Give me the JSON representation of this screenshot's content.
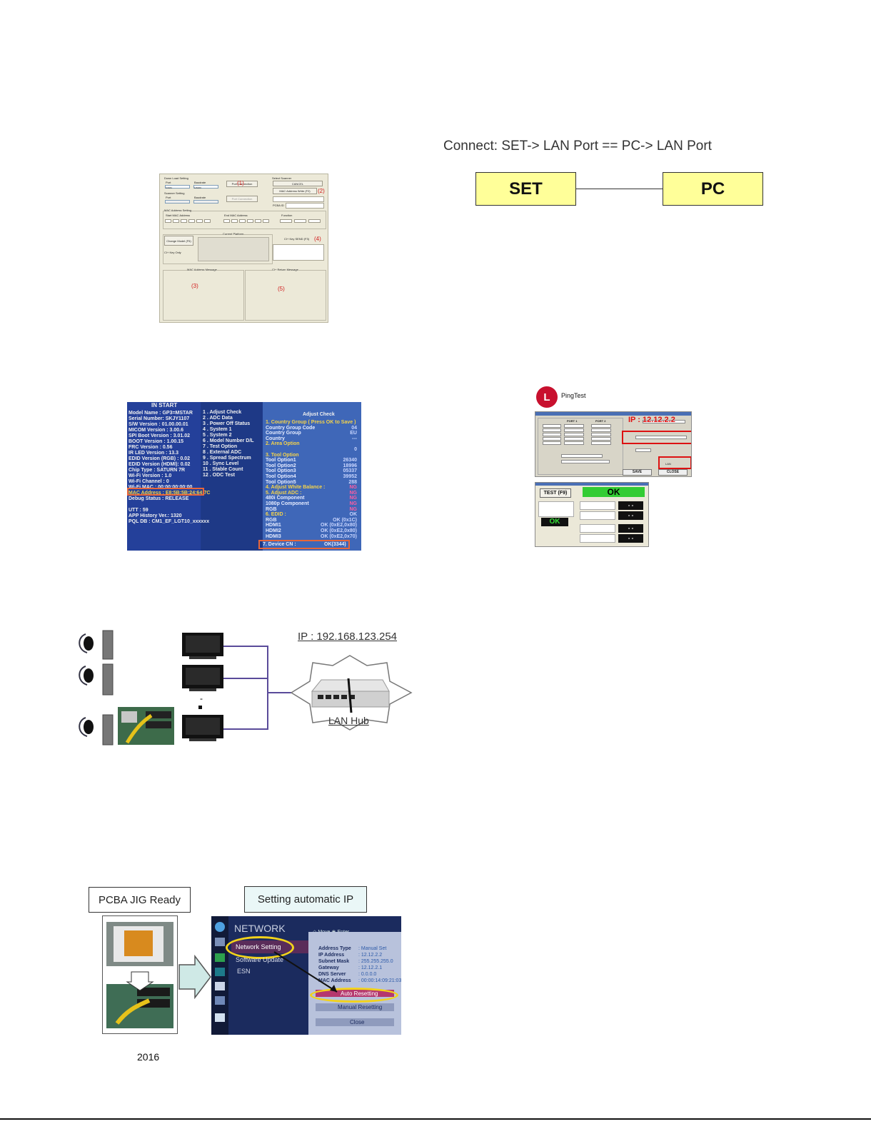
{
  "download_tool": {
    "download_group": "Down Load Setting",
    "port": "Port",
    "baudrate": "Baudrate",
    "port_value": "COM4",
    "baud_value": "115200",
    "port_connection": "Port Connection",
    "marker1": "(1)",
    "scanner_select": "Select Scanner",
    "cancel": "CANCEL",
    "mac_write_btn": "MAC Address Write (F2)",
    "marker2": "(2)",
    "scanner_group": "Scanner Setting",
    "pcba_id": "PCBA ID",
    "mac_group": "MAC Address Setting",
    "start_mac": "Start MAC Address",
    "end_mac": "End MAC Address",
    "function": "Function",
    "current_platform": "Current Platform",
    "change_model": "Change Model (F5)",
    "ci_key_only": "CI+ Key Only",
    "ci_key_send": "CI+ Key SEND (F3)",
    "marker4": "(4)",
    "mac_message": "MAC Address Message",
    "marker3": "(3)",
    "ci_return": "CI+ Return Message",
    "marker5": "(5)"
  },
  "connect": {
    "title": "Connect: SET-> LAN Port == PC-> LAN Port",
    "set": "SET",
    "pc": "PC"
  },
  "instart": {
    "title": "IN START",
    "left_lines": [
      "Model Name   : GP3=MSTAR",
      "Serial Number: SKJY1107",
      "S/W Version      : 01.00.00.01",
      "MICOM Version    : 3.00.6",
      "SPI Boot Version : 3.01.02",
      "BOOT Version     : 1.00.15",
      "FRC Version      : 0.56",
      "IR LED Version   : 13.3",
      "EDID Version (RGB) : 0.02",
      "EDID Version (HDMI): 0.02",
      "Chip Type        : SATURN 7R",
      "Wi-Fi Version    : 1.0",
      "Wi-Fi Channel    : 0",
      "Wi-Fi MAC  : 00:00:00:00:00",
      "MAC Address : E8:5B:5B:24:64:7C",
      "Debug Status     : RELEASE",
      "",
      "UTT : 59",
      "APP History Ver.: 1320",
      "PQL DB : CM1_EF_LGT10_xxxxxx"
    ],
    "menu": [
      "1 . Adjust Check",
      "2 . ADC Data",
      "3 . Power Off Status",
      "4 . System 1",
      "5 . System 2",
      "6 . Model Number D/L",
      "7 . Test Option",
      "8 . External ADC",
      "9 . Spread Spectrum",
      "10 . Sync Level",
      "11 . Stable Count",
      "12 . ODC Test"
    ],
    "right_title": "Adjust Check",
    "right_lines": [
      {
        "k": "1. Country Group ( Press OK to Save )",
        "v": ""
      },
      {
        "k": "  Country Group Code",
        "v": "04"
      },
      {
        "k": "  Country Group",
        "v": "EU"
      },
      {
        "k": "  Country",
        "v": "---"
      },
      {
        "k": "2. Area Option",
        "v": ""
      },
      {
        "k": "",
        "v": "0"
      },
      {
        "k": "3. Tool Option",
        "v": ""
      },
      {
        "k": "  Tool Option1",
        "v": "26340"
      },
      {
        "k": "  Tool Option2",
        "v": "18996"
      },
      {
        "k": "  Tool Option3",
        "v": "05337"
      },
      {
        "k": "  Tool Option4",
        "v": "39952"
      },
      {
        "k": "  Tool Option5",
        "v": "288"
      },
      {
        "k": "4. Adjust White Balance :",
        "v": "NG"
      },
      {
        "k": "5. Adjust ADC :",
        "v": "NG"
      },
      {
        "k": "  480i Component",
        "v": "NG"
      },
      {
        "k": "  1080p Component",
        "v": "NG"
      },
      {
        "k": "  RGB",
        "v": "NG"
      },
      {
        "k": "6. EDID :",
        "v": "OK"
      },
      {
        "k": "  RGB",
        "v": "OK (0x1C)"
      },
      {
        "k": "  HDMI1",
        "v": "OK (0xE2,0x80)"
      },
      {
        "k": "  HDMI2",
        "v": "OK (0xE2,0x80)"
      },
      {
        "k": "  HDMI3",
        "v": "OK (0xE2,0x70)"
      }
    ],
    "device_cn": "7. Device CN :",
    "device_cn_val": "OK(3344)"
  },
  "ping": {
    "label": "PingTest",
    "ip": "IP : 12.12.2.2",
    "port1": "PORT 1",
    "port2": "PORT 2",
    "save": "SAVE",
    "close": "CLOSE",
    "lan": "LAN",
    "test_btn": "TEST (F9)",
    "ok_top": "OK",
    "ok_left": "OK",
    "dash": "- -"
  },
  "network": {
    "ip": "IP : 192.168.123.254",
    "hub": "LAN Hub"
  },
  "bottom": {
    "pcba": "PCBA JIG Ready",
    "auto_ip": "Setting automatic IP",
    "net_title": "NETWORK",
    "move": "Move",
    "enter": "Enter",
    "net_setting": "Network Setting",
    "sw_update": "Software Update",
    "esn": "ESN",
    "fields": [
      {
        "k": "Address Type",
        "v": ": Manual Set"
      },
      {
        "k": "IP Address",
        "v": ": 12.12.2.2"
      },
      {
        "k": "Subnet Mask",
        "v": ": 255.255.255.0"
      },
      {
        "k": "Gateway",
        "v": ": 12.12.2.1"
      },
      {
        "k": "DNS Server",
        "v": ": 0.0.0.0"
      },
      {
        "k": "MAC Address",
        "v": ": 00:00:14:09:21:03"
      }
    ],
    "auto_reset": "Auto Resetting",
    "manual_reset": "Manual Resetting",
    "close": "Close",
    "year": "2016"
  }
}
